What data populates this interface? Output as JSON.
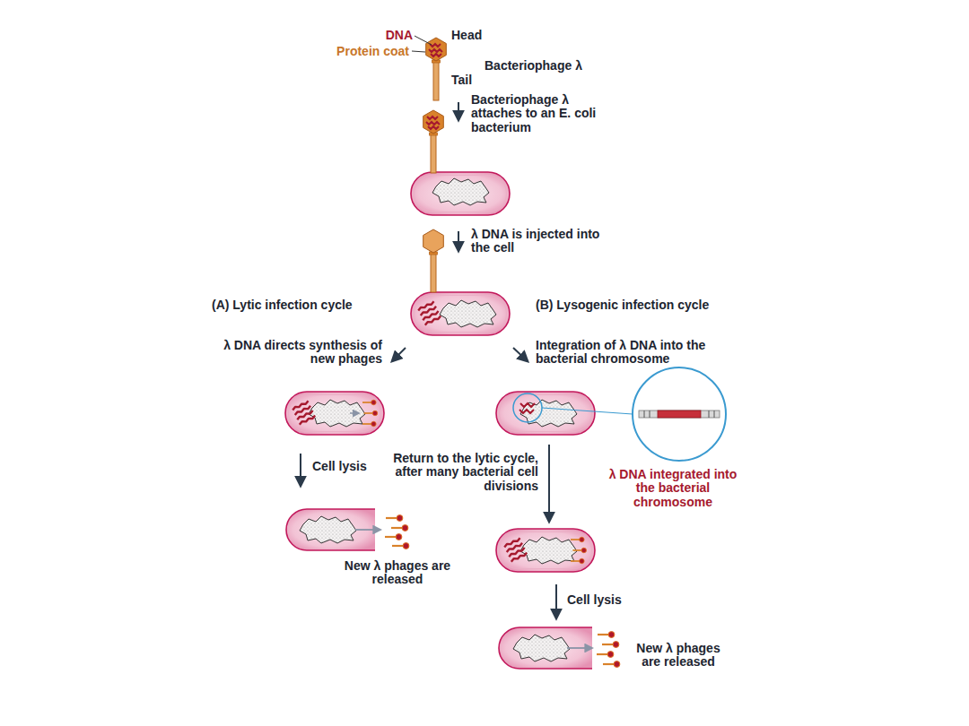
{
  "diagram": {
    "labels": [
      "DNA",
      "Head",
      "Protein coat",
      "Bacteriophage λ",
      "Tail",
      "Bacteriophage λ attaches to an E. coli bacterium",
      "λ DNA is injected into the cell",
      "(A) Lytic infection cycle",
      "(B) Lysogenic infection cycle",
      "λ DNA directs synthesis of new phages",
      "Integration of λ DNA into the bacterial chromosome",
      "Cell lysis",
      "Return to the lytic cycle, after many bacterial cell divisions",
      "λ DNA integrated into the bacterial chromosome",
      "New λ phages are released",
      "Cell lysis",
      "New λ phages are released"
    ]
  }
}
